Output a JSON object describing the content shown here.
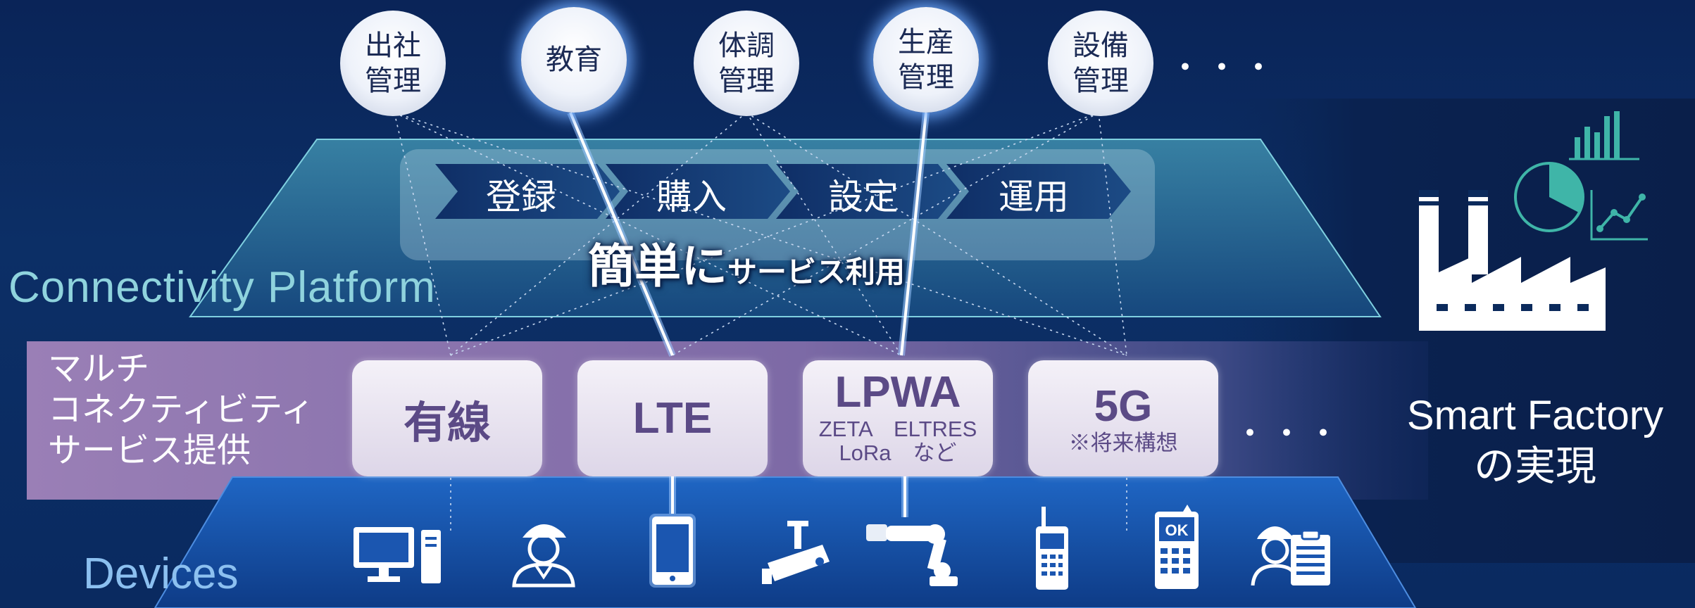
{
  "apps": [
    {
      "id": "attendance",
      "label": "出社\n管理",
      "highlighted": false
    },
    {
      "id": "education",
      "label": "教育",
      "highlighted": true
    },
    {
      "id": "health",
      "label": "体調\n管理",
      "highlighted": false
    },
    {
      "id": "production",
      "label": "生産\n管理",
      "highlighted": true
    },
    {
      "id": "equipment",
      "label": "設備\n管理",
      "highlighted": false
    }
  ],
  "apps_more": "・・・",
  "platform": {
    "label": "Connectivity Platform",
    "steps": [
      "登録",
      "購入",
      "設定",
      "運用"
    ],
    "tagline_main": "簡単に",
    "tagline_sub": "サービス利用"
  },
  "connectivity": {
    "label": "マルチ\nコネクティビティ\nサービス提供",
    "cards": [
      {
        "id": "wired",
        "title": "有線",
        "sub": ""
      },
      {
        "id": "lte",
        "title": "LTE",
        "sub": ""
      },
      {
        "id": "lpwa",
        "title": "LPWA",
        "sub": "ZETA　ELTRES\nLoRa　など"
      },
      {
        "id": "5g",
        "title": "5G",
        "sub": "※将来構想"
      }
    ],
    "more": "・・・"
  },
  "devices": {
    "label": "Devices",
    "icons": [
      "desktop-pc-icon",
      "worker-icon",
      "smartphone-icon",
      "surveillance-camera-icon",
      "robot-arm-icon",
      "walkie-talkie-icon",
      "ok-terminal-icon",
      "inspector-clipboard-icon"
    ]
  },
  "goal": {
    "label": "Smart Factory\nの実現"
  },
  "colors": {
    "background": "#0b2a5c",
    "platform_label": "#8fd3dd",
    "devices_label": "#8cc0f0",
    "card_text": "#5b4a86",
    "connectivity_band": "#9a86bc"
  }
}
